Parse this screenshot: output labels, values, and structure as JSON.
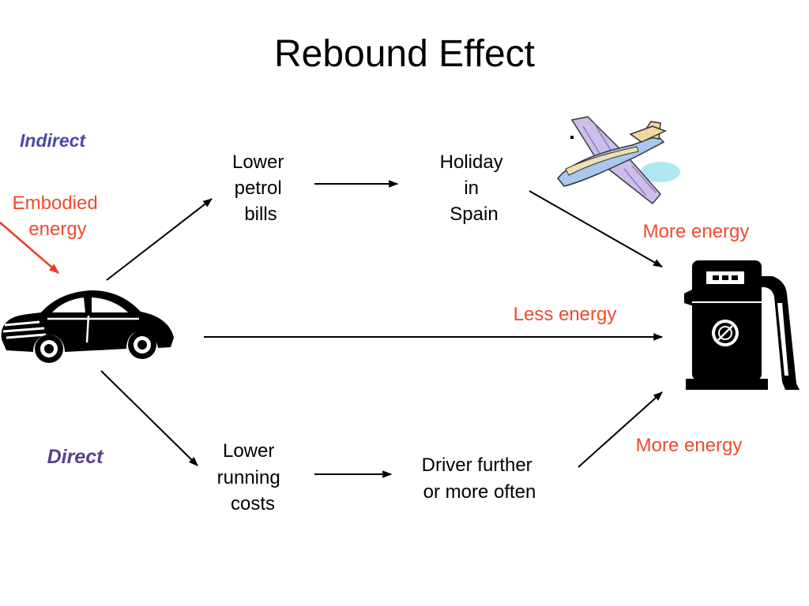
{
  "slide": {
    "title": "Rebound Effect"
  },
  "indirect_path": {
    "label": "Indirect",
    "embodied_energy": [
      "Embodied",
      "energy"
    ],
    "step1": [
      "Lower",
      "petrol",
      "bills"
    ],
    "step2": [
      "Holiday",
      "in",
      "Spain"
    ],
    "result": "More energy"
  },
  "efficiency_path": {
    "result": "Less energy"
  },
  "direct_path": {
    "label": "Direct",
    "step1": [
      "Lower",
      "running",
      "costs"
    ],
    "step2": [
      "Driver further",
      "or more often"
    ],
    "result": "More energy"
  },
  "icons": {
    "vehicle": "car-icon",
    "holiday": "airplane-icon",
    "fuel": "fuel-pump-icon"
  },
  "colors": {
    "energy_label": "#ee4b2b",
    "indirect_label": "#4b48a8",
    "direct_label": "#5b3f8c",
    "embodied_arrow": "#ee3b24",
    "arrow": "#000000"
  }
}
